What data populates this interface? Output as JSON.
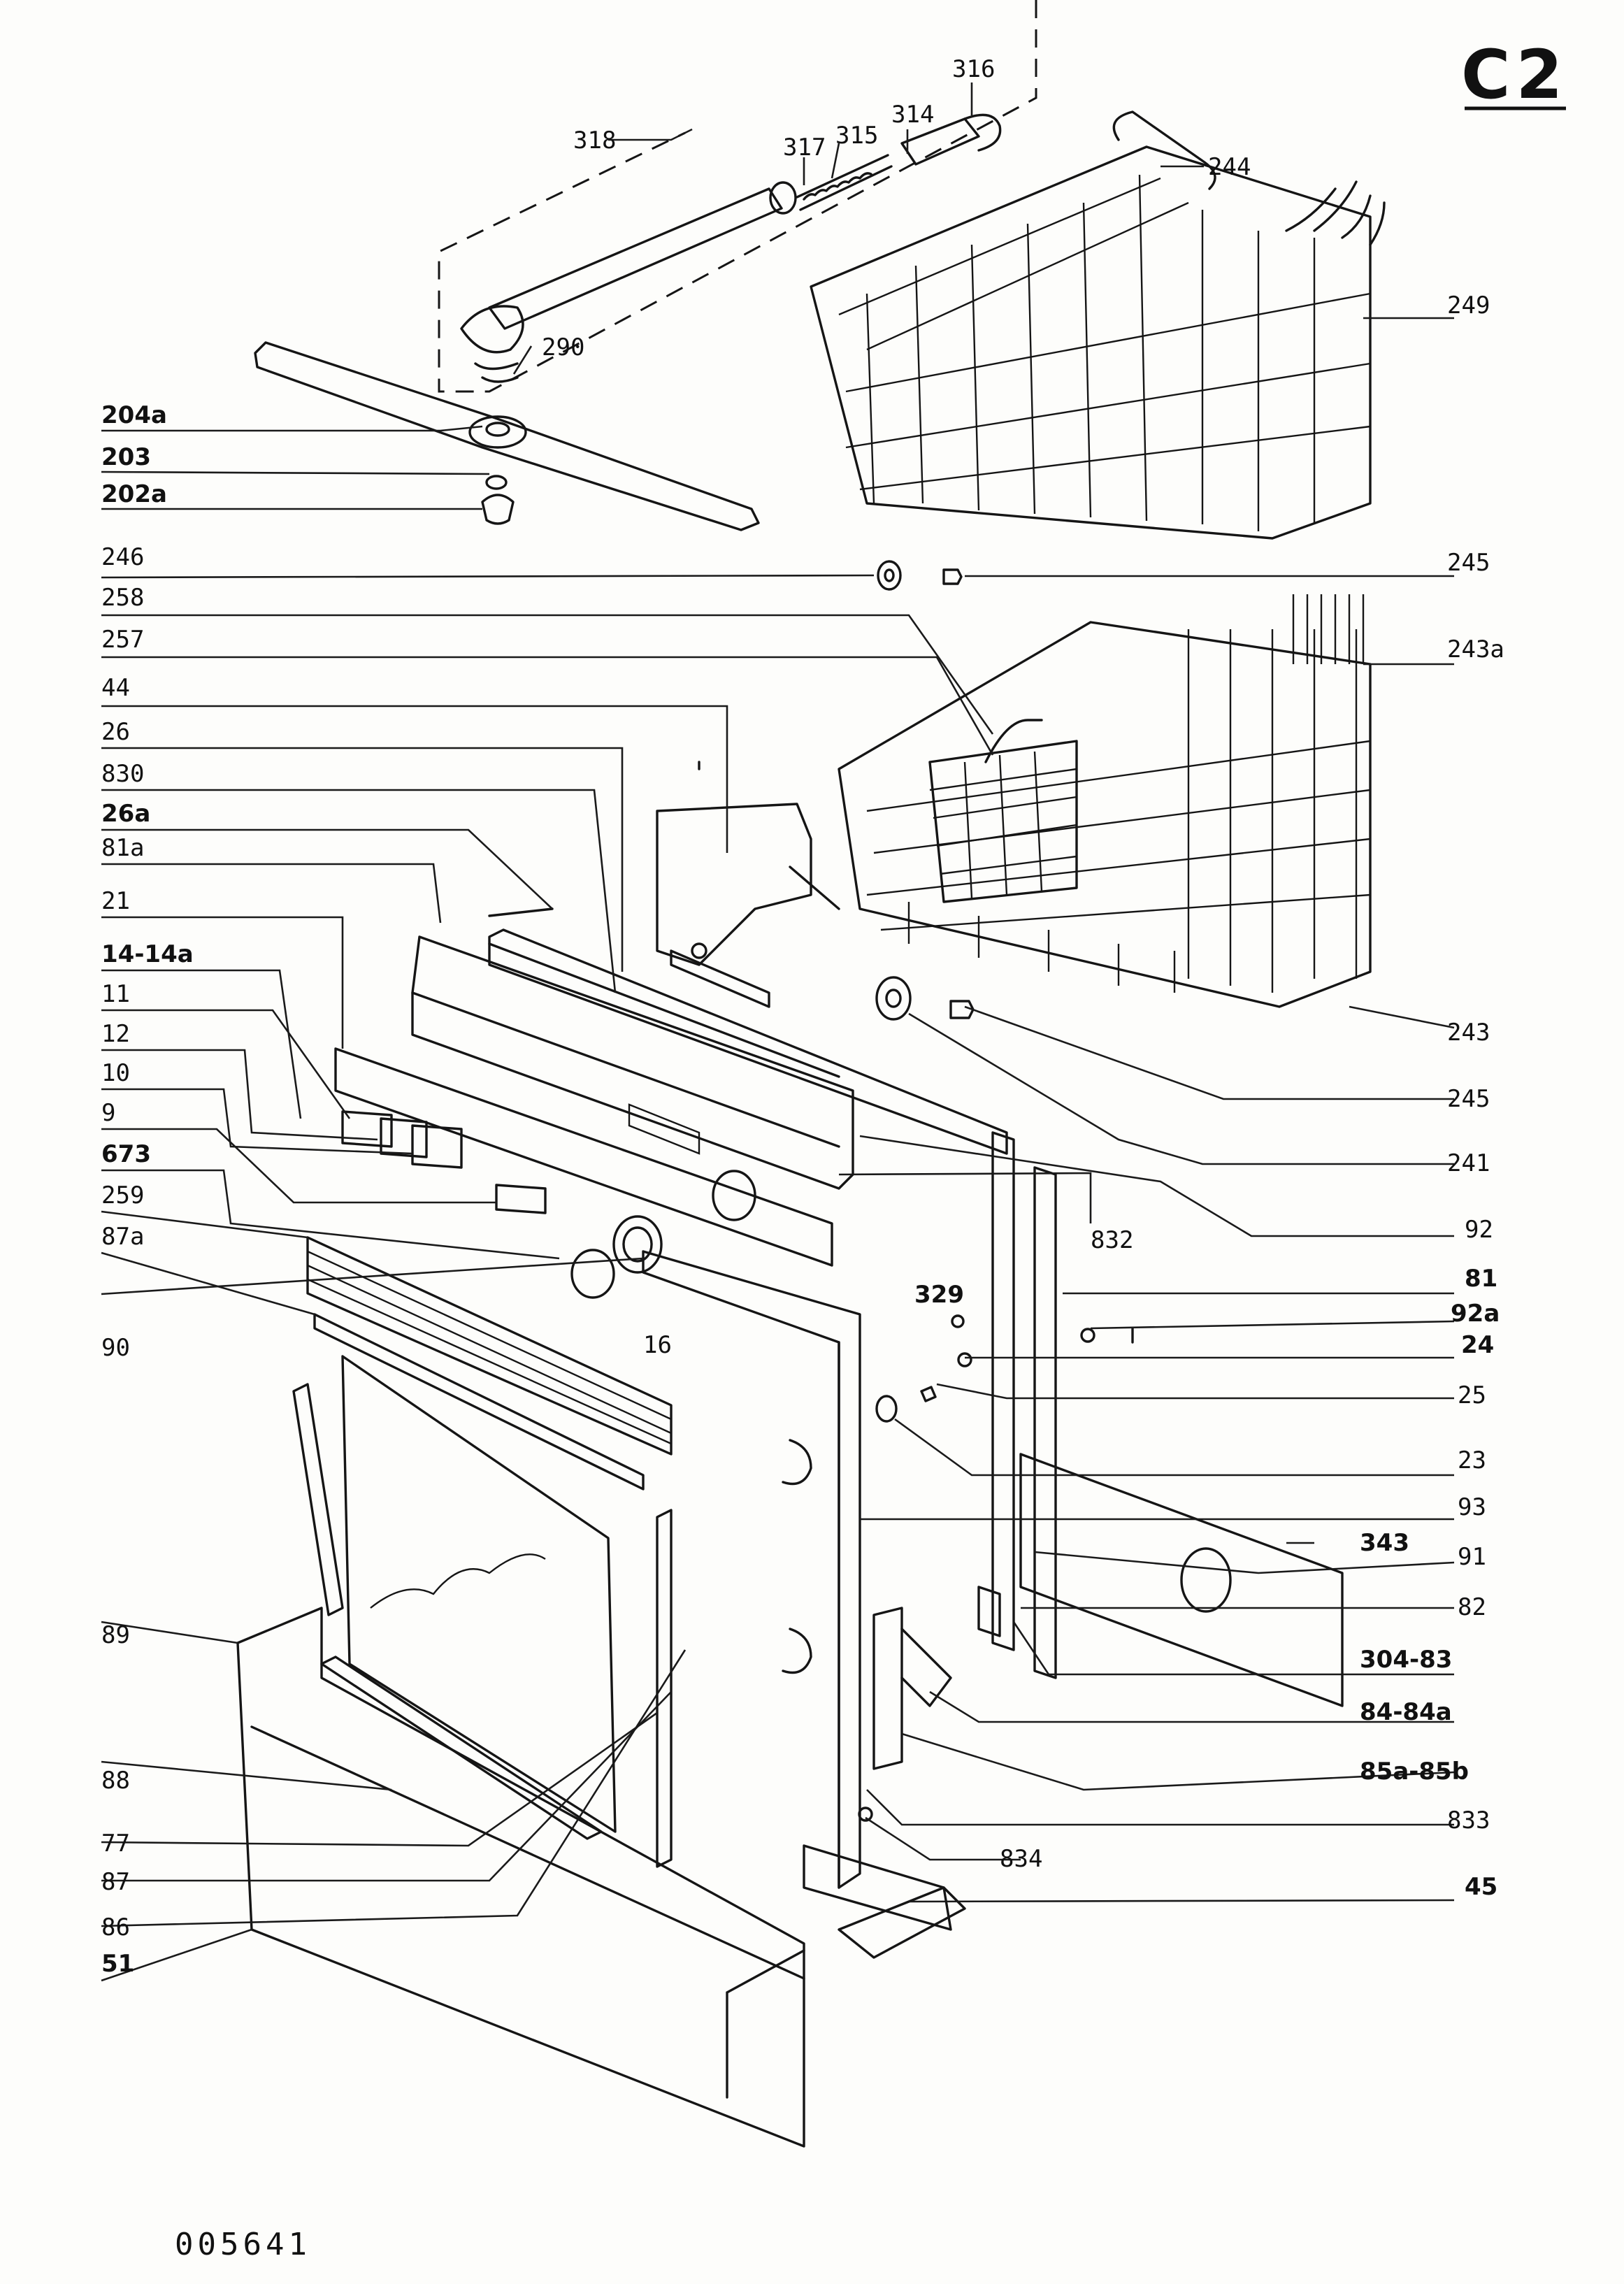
{
  "page_code": "C2",
  "document_number": "005641",
  "labels": {
    "l318": "318",
    "l317": "317",
    "l315": "315",
    "l314": "314",
    "l316": "316",
    "l244": "244",
    "l290": "290",
    "l249": "249",
    "l204a": "204a",
    "l203": "203",
    "l202a": "202a",
    "l246": "246",
    "l245a": "245",
    "l258": "258",
    "l243a": "243a",
    "l257": "257",
    "l44": "44",
    "l26": "26",
    "l830": "830",
    "l26a": "26a",
    "l81a": "81a",
    "l21": "21",
    "l14_14a": "14-14a",
    "l11": "11",
    "l12": "12",
    "l10": "10",
    "l9": "9",
    "l673": "673",
    "l259": "259",
    "l87a": "87a",
    "l90": "90",
    "l89": "89",
    "l88": "88",
    "l77": "77",
    "l87": "87",
    "l86": "86",
    "l51": "51",
    "l243": "243",
    "l245b": "245",
    "l241": "241",
    "l92": "92",
    "l832": "832",
    "l81": "81",
    "l16": "16",
    "l329": "329",
    "l92a": "92a",
    "l24": "24",
    "l25": "25",
    "l23": "23",
    "l93": "93",
    "l343": "343",
    "l91": "91",
    "l82": "82",
    "l304_83": "304-83",
    "l84_84a": "84-84a",
    "l85a_85b": "85a-85b",
    "l833": "833",
    "l834": "834",
    "l45": "45"
  }
}
